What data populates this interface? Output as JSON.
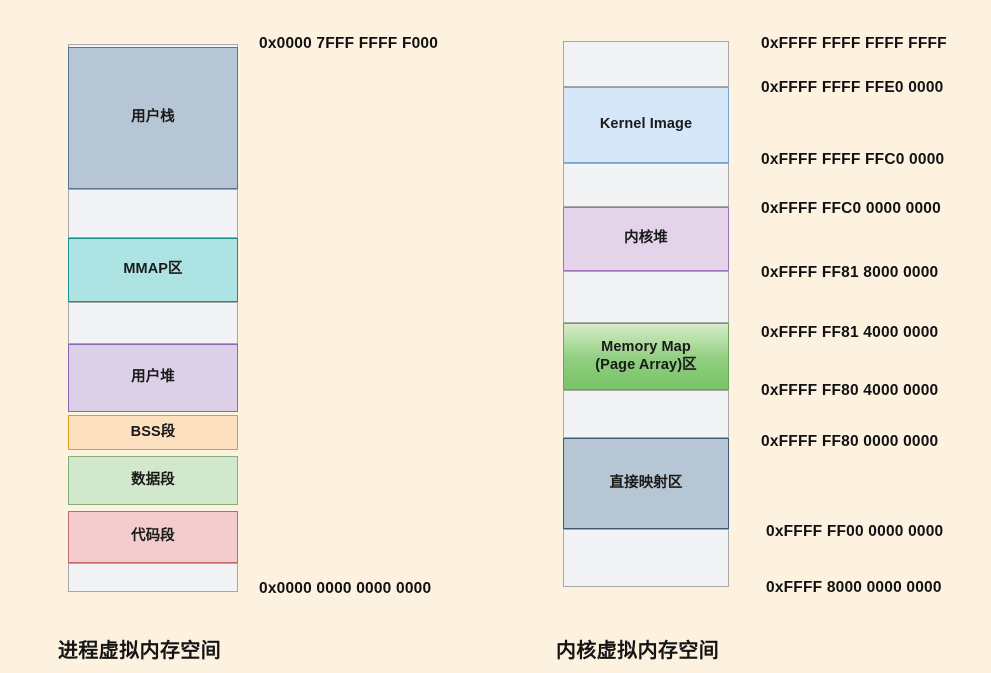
{
  "background_color": "#fdf2e0",
  "diagram": {
    "title_left": "进程虚拟内存空间",
    "title_right": "内核虚拟内存空间",
    "process_space": {
      "caption": "进程虚拟内存空间",
      "blocks": [
        {
          "label": "",
          "kind": "gap",
          "color": "#f2f3f5"
        },
        {
          "label": "用户栈",
          "kind": "stack",
          "color": "#b6c6d4"
        },
        {
          "label": "",
          "kind": "gap",
          "color": "#f2f3f5"
        },
        {
          "label": "MMAP区",
          "kind": "mmap",
          "color": "#aee3e3"
        },
        {
          "label": "",
          "kind": "gap",
          "color": "#f2f3f5"
        },
        {
          "label": "用户堆",
          "kind": "heap",
          "color": "#dccfe8"
        },
        {
          "label": "BSS段",
          "kind": "bss",
          "color": "#fde0c0"
        },
        {
          "label": "数据段",
          "kind": "data",
          "color": "#d2e8cd"
        },
        {
          "label": "代码段",
          "kind": "code",
          "color": "#f3cdcd"
        },
        {
          "label": "",
          "kind": "gap",
          "color": "#f2f3f5"
        }
      ],
      "addresses": [
        {
          "text": "0x0000 7FFF FFFF F000",
          "at": "top"
        },
        {
          "text": "0x0000 0000 0000 0000",
          "at": "bottom"
        }
      ]
    },
    "kernel_space": {
      "caption": "内核虚拟内存空间",
      "blocks": [
        {
          "label": "",
          "kind": "gap",
          "color": "#f2f3f5"
        },
        {
          "label": "Kernel Image",
          "kind": "kernelimg",
          "color": "#d7e7fa"
        },
        {
          "label": "",
          "kind": "gap",
          "color": "#f2f3f5"
        },
        {
          "label": "内核堆",
          "kind": "kheap",
          "color": "#e3d4ea"
        },
        {
          "label": "",
          "kind": "gap",
          "color": "#f2f3f5"
        },
        {
          "label": "Memory Map\n(Page Array)区",
          "kind": "memmap",
          "color": "#8fce7e"
        },
        {
          "label": "",
          "kind": "gap",
          "color": "#f2f3f5"
        },
        {
          "label": "直接映射区",
          "kind": "direct",
          "color": "#b6c6d4"
        },
        {
          "label": "",
          "kind": "gap",
          "color": "#f2f3f5"
        }
      ],
      "addresses": [
        {
          "text": "0xFFFF FFFF FFFF FFFF"
        },
        {
          "text": "0xFFFF FFFF FFE0 0000"
        },
        {
          "text": "0xFFFF FFFF FFC0 0000"
        },
        {
          "text": "0xFFFF FFC0 0000 0000"
        },
        {
          "text": "0xFFFF FF81 8000 0000"
        },
        {
          "text": "0xFFFF FF81 4000 0000"
        },
        {
          "text": "0xFFFF FF80 4000 0000"
        },
        {
          "text": "0xFFFF FF80 0000 0000"
        },
        {
          "text": "0xFFFF FF00 0000 0000"
        },
        {
          "text": "0xFFFF 8000 0000 0000"
        }
      ]
    }
  },
  "labels": {
    "memory_map_line1": "Memory Map",
    "memory_map_line2": "(Page Array)区"
  }
}
